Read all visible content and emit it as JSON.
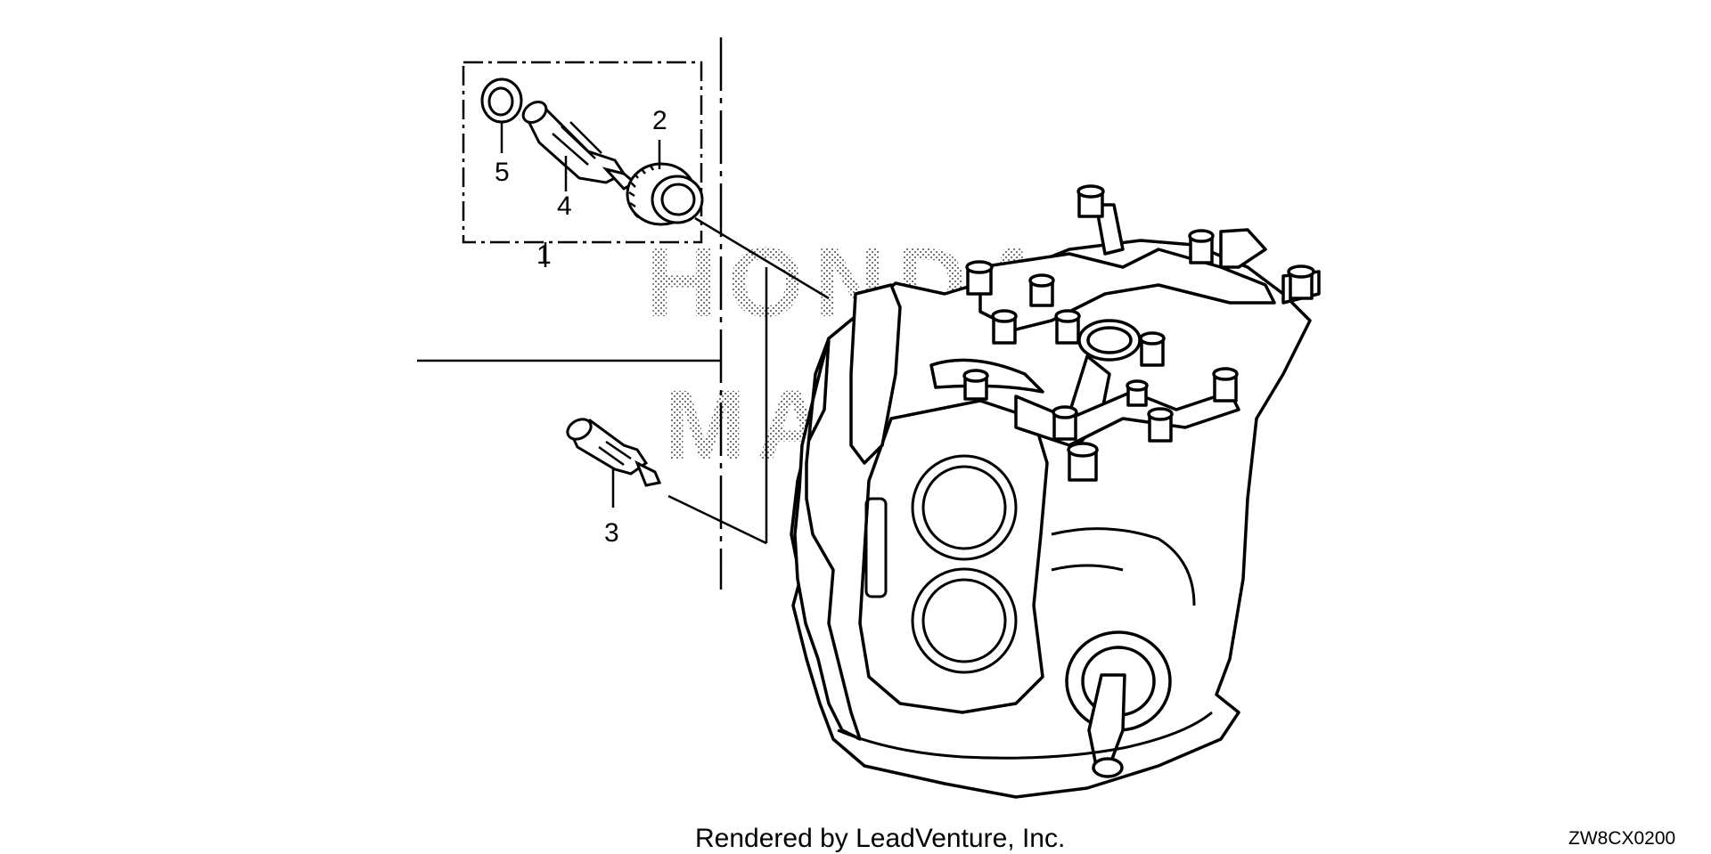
{
  "diagram": {
    "watermark_lines": [
      "HONDA",
      "MARINE"
    ],
    "callouts": [
      {
        "id": "1",
        "label": "1"
      },
      {
        "id": "2",
        "label": "2"
      },
      {
        "id": "3",
        "label": "3"
      },
      {
        "id": "4",
        "label": "4"
      },
      {
        "id": "5",
        "label": "5"
      }
    ]
  },
  "footer": {
    "rendered_by": "Rendered by LeadVenture, Inc.",
    "diagram_code": "ZW8CX0200"
  }
}
